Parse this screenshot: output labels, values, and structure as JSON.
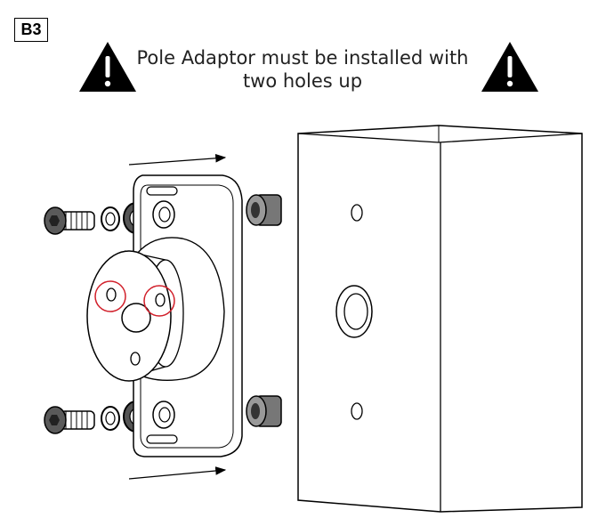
{
  "step": {
    "label": "B3"
  },
  "warning": {
    "line1": "Pole Adaptor must be installed with",
    "line2": "two holes up"
  },
  "icons": {
    "left": "warning-triangle-icon",
    "right": "warning-triangle-icon"
  },
  "colors": {
    "ink": "#000000",
    "highlight": "#d11f2a",
    "screw_fill": "#4a4a4a"
  }
}
